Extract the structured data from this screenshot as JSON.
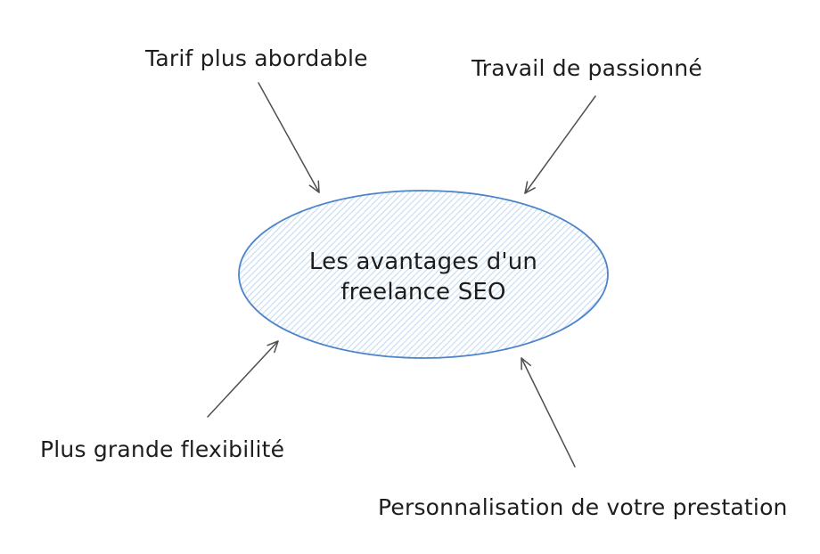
{
  "diagram": {
    "center": {
      "full_label": "Les avantages d'un freelance SEO",
      "line1": "Les avantages d'un",
      "line2": "freelance SEO"
    },
    "labels": {
      "top_left": "Tarif plus abordable",
      "top_right": "Travail de passionné",
      "bottom_left": "Plus grande flexibilité",
      "bottom_right": "Personnalisation de votre prestation"
    },
    "colors": {
      "ellipse_stroke": "#4e84c8",
      "ellipse_hatch": "#c6ddf3",
      "arrow": "#4f4f4f",
      "text": "#1d1d1d",
      "background": "#ffffff"
    }
  }
}
